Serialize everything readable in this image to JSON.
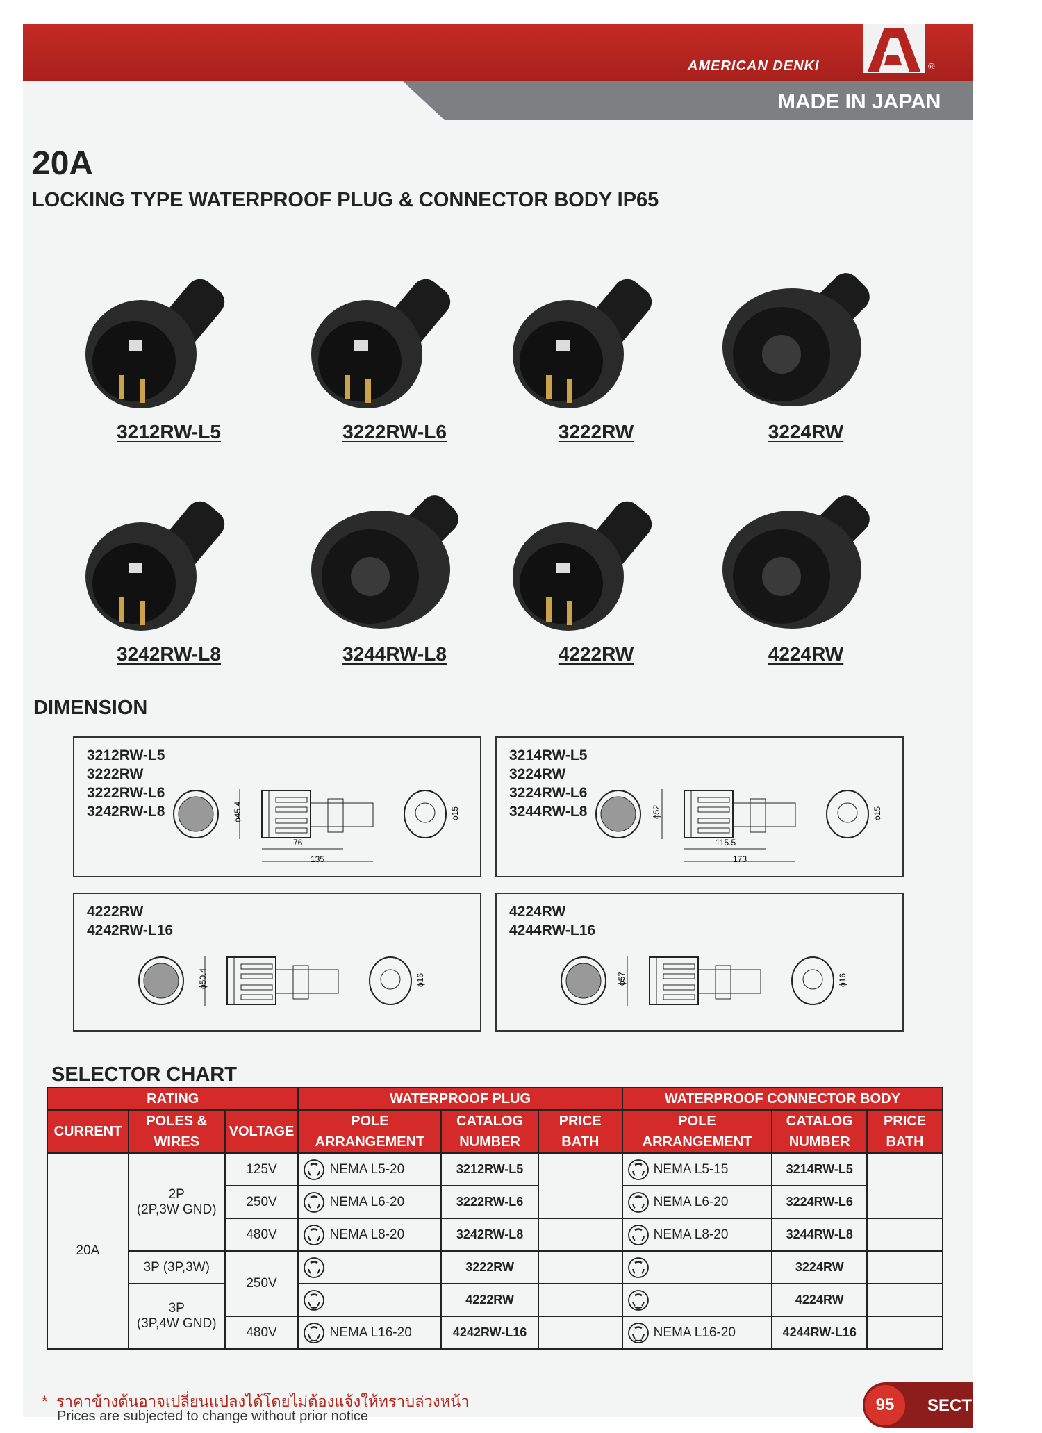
{
  "header": {
    "brand": "AMERICAN DENKI",
    "logo_letter": "A",
    "registered": "®",
    "tagline": "MADE IN JAPAN",
    "accent": "#c42a24"
  },
  "title": {
    "rating": "20A",
    "subtitle": "LOCKING TYPE WATERPROOF PLUG & CONNECTOR BODY IP65"
  },
  "products": [
    {
      "label": "3212RW-L5",
      "kind": "plug"
    },
    {
      "label": "3222RW-L6",
      "kind": "plug"
    },
    {
      "label": "3222RW",
      "kind": "plug"
    },
    {
      "label": "3224RW",
      "kind": "connector"
    },
    {
      "label": "3242RW-L8",
      "kind": "plug"
    },
    {
      "label": "3244RW-L8",
      "kind": "connector"
    },
    {
      "label": "4222RW",
      "kind": "plug"
    },
    {
      "label": "4224RW",
      "kind": "connector"
    }
  ],
  "dimension": {
    "heading": "DIMENSION",
    "boxes": [
      {
        "models": [
          "3212RW-L5",
          "3222RW",
          "3222RW-L6",
          "3242RW-L8"
        ],
        "diameter": "ϕ45.4",
        "len1": "76",
        "len2": "135",
        "cable": "ϕ15"
      },
      {
        "models": [
          "3214RW-L5",
          "3224RW",
          "3224RW-L6",
          "3244RW-L8"
        ],
        "diameter": "ϕ52",
        "len1": "115.5",
        "len2": "173",
        "cable": "ϕ15"
      },
      {
        "models": [
          "4222RW",
          "4242RW-L16"
        ],
        "diameter": "ϕ50.4",
        "cable": "ϕ16"
      },
      {
        "models": [
          "4224RW",
          "4244RW-L16"
        ],
        "diameter": "ϕ57",
        "cable": "ϕ16"
      }
    ]
  },
  "selector": {
    "heading": "SELECTOR CHART",
    "groups": {
      "rating": "RATING",
      "plug": "WATERPROOF PLUG",
      "connector": "WATERPROOF CONNECTOR BODY"
    },
    "columns": {
      "current": "CURRENT",
      "poles1": "POLES &",
      "poles2": "WIRES",
      "voltage": "VOLTAGE",
      "pole1": "POLE",
      "pole2": "ARRANGEMENT",
      "cat1": "CATALOG",
      "cat2": "NUMBER",
      "price1": "PRICE",
      "price2": "BATH"
    },
    "current": "20A",
    "poles": [
      {
        "l1": "2P",
        "l2": "(2P,3W GND)"
      },
      {
        "l1": "3P (3P,3W)"
      },
      {
        "l1": "3P",
        "l2": "(3P,4W GND)"
      }
    ],
    "voltages": [
      "125V",
      "250V",
      "480V",
      "250V",
      "480V"
    ],
    "rows": [
      {
        "plug_nema": "NEMA L5-20",
        "plug_cat": "3212RW-L5",
        "conn_nema": "NEMA L5-15",
        "conn_cat": "3214RW-L5"
      },
      {
        "plug_nema": "NEMA L6-20",
        "plug_cat": "3222RW-L6",
        "conn_nema": "NEMA L6-20",
        "conn_cat": "3224RW-L6"
      },
      {
        "plug_nema": "NEMA L8-20",
        "plug_cat": "3242RW-L8",
        "conn_nema": "NEMA L8-20",
        "conn_cat": "3244RW-L8"
      },
      {
        "plug_nema": "",
        "plug_cat": "3222RW",
        "conn_nema": "",
        "conn_cat": "3224RW"
      },
      {
        "plug_nema": "",
        "plug_cat": "4222RW",
        "conn_nema": "",
        "conn_cat": "4224RW"
      },
      {
        "plug_nema": "NEMA L16-20",
        "plug_cat": "4242RW-L16",
        "conn_nema": "NEMA L16-20",
        "conn_cat": "4244RW-L16"
      }
    ]
  },
  "footer": {
    "bullet": "*",
    "thai": "ราคาข้างต้นอาจเปลี่ยนแปลงได้โดยไม่ต้องแจ้งให้ทราบล่วงหน้า",
    "english": "Prices are subjected to change without prior notice",
    "page": "95",
    "section": "SECTI"
  }
}
